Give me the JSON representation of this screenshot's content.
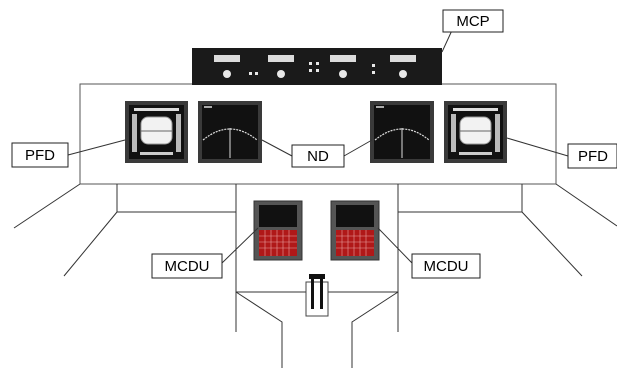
{
  "labels": {
    "mcp": "MCP",
    "pfd": "PFD",
    "nd": "ND",
    "mcdu": "MCDU"
  },
  "colors": {
    "display_bezel": "#3a3a3a",
    "display_screen": "#111111",
    "mcp_panel": "#1a1a1a",
    "keypad": "#b01818",
    "line": "#333333",
    "label_box": "#ffffff"
  }
}
